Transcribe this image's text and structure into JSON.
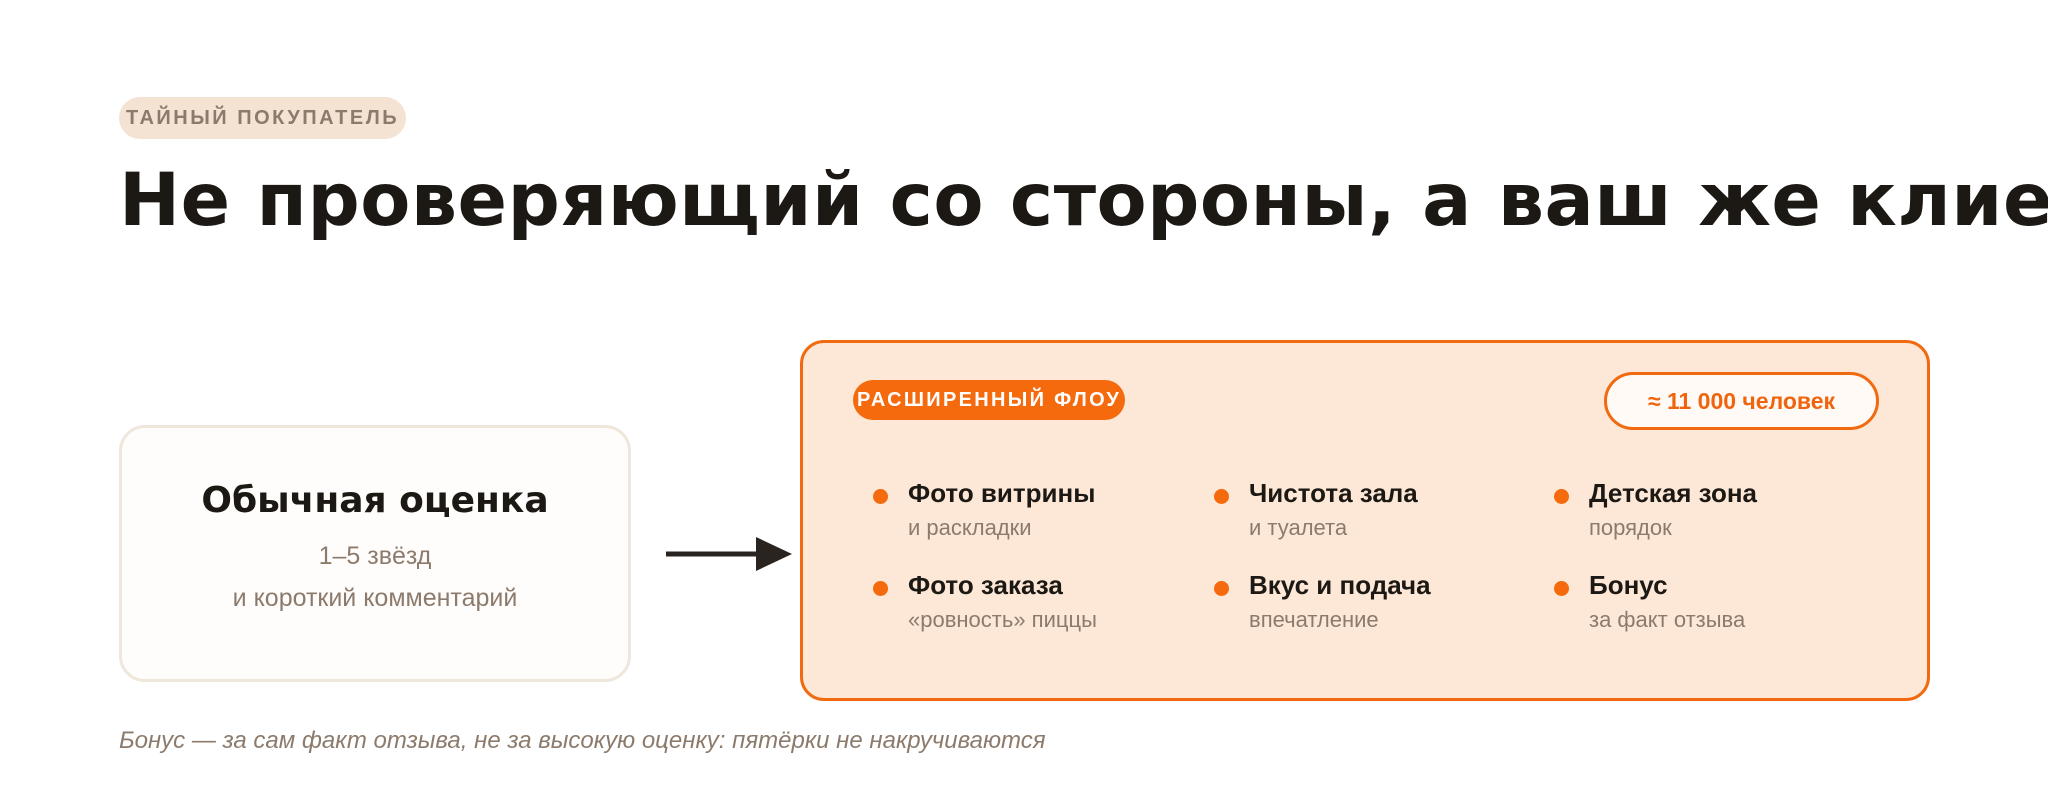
{
  "header": {
    "tag": "ТАЙНЫЙ ПОКУПАТЕЛЬ",
    "title": "Не проверяющий со стороны, а ваш же клиент"
  },
  "plain_card": {
    "title": "Обычная оценка",
    "line1": "1–5 звёзд",
    "line2": "и короткий комментарий"
  },
  "flow_card": {
    "badge": "РАСШИРЕННЫЙ ФЛОУ",
    "count": "≈ 11 000 человек",
    "items": [
      {
        "title": "Фото витрины",
        "sub": "и раскладки"
      },
      {
        "title": "Чистота зала",
        "sub": "и туалета"
      },
      {
        "title": "Детская зона",
        "sub": "порядок"
      },
      {
        "title": "Фото заказа",
        "sub": "«ровность» пиццы"
      },
      {
        "title": "Вкус и подача",
        "sub": "впечатление"
      },
      {
        "title": "Бонус",
        "sub": "за факт отзыва"
      }
    ]
  },
  "footnote": "Бонус — за сам факт отзыва, не за высокую оценку: пятёрки не накручиваются",
  "colors": {
    "accent": "#f46a0d",
    "card_fill": "#fde7d7",
    "tag_fill": "#f4e3d3",
    "muted_text": "#8c7b6c",
    "heading_text": "#1c1814"
  },
  "icons": [
    "right-arrow-icon",
    "bullet-dot-icon"
  ]
}
